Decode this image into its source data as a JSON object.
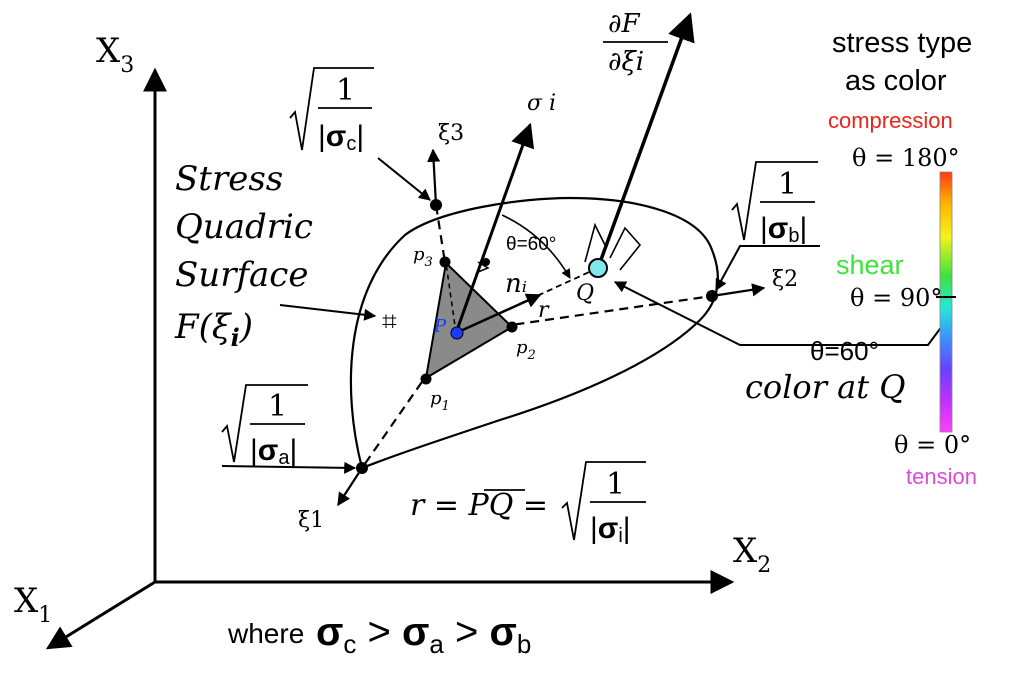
{
  "axes": {
    "x1": {
      "main": "X",
      "sub": "1"
    },
    "x2": {
      "main": "X",
      "sub": "2"
    },
    "x3": {
      "main": "X",
      "sub": "3"
    }
  },
  "labels": {
    "stress_quadric": [
      "Stress",
      "Quadric",
      "Surface",
      "F(ξ",
      "i",
      ")"
    ],
    "hash_mark": "⌗",
    "point_p": "P",
    "p1": "p",
    "p1_sub": "1",
    "p2": "p",
    "p2_sub": "2",
    "p3": "p",
    "p3_sub": "3",
    "n_i": "nᵢ",
    "r": "r",
    "q": "Q",
    "theta_60_top": "θ=60°",
    "sigma_i": "σ i",
    "dF_num": "∂F",
    "dF_den": "∂ξi",
    "xi1": "ξ1",
    "xi2": "ξ2",
    "xi3": "ξ3",
    "sqrt_c": {
      "one": "1",
      "sigma": "σ",
      "sub": "c"
    },
    "sqrt_b": {
      "one": "1",
      "sigma": "σ",
      "sub": "b"
    },
    "sqrt_a": {
      "one": "1",
      "sigma": "σ",
      "sub": "a"
    },
    "formula_r": "r = PQ =",
    "formula_sqrt": {
      "one": "1",
      "sigma": "σ",
      "sub": "i"
    },
    "color_at_q": "color at Q",
    "theta_60_right": "θ=60°",
    "where": "where",
    "inequality": [
      {
        "sigma": "σ",
        "sub": "c"
      },
      {
        "op": ">"
      },
      {
        "sigma": "σ",
        "sub": "a"
      },
      {
        "op": ">"
      },
      {
        "sigma": "σ",
        "sub": "b"
      }
    ]
  },
  "legend": {
    "title_line1": "stress type",
    "title_line2": "as color",
    "compression": "compression",
    "theta_180": "θ = 180°",
    "shear": "shear",
    "theta_90": "θ = 90°",
    "theta_0": "θ = 0°",
    "tension": "tension",
    "compression_color": "#e8261b",
    "shear_color": "#3fe23b",
    "tension_color": "#d94bd8",
    "gradient": [
      "#ff3a16",
      "#ffb300",
      "#f3f31a",
      "#3fe23b",
      "#25e8d6",
      "#3c90ff",
      "#6a40ff",
      "#c030ff",
      "#ff40ff"
    ]
  },
  "colors": {
    "point_p": "#1b3cff",
    "point_q": "#7fe8ef",
    "triangle": "#8a8a8a"
  }
}
